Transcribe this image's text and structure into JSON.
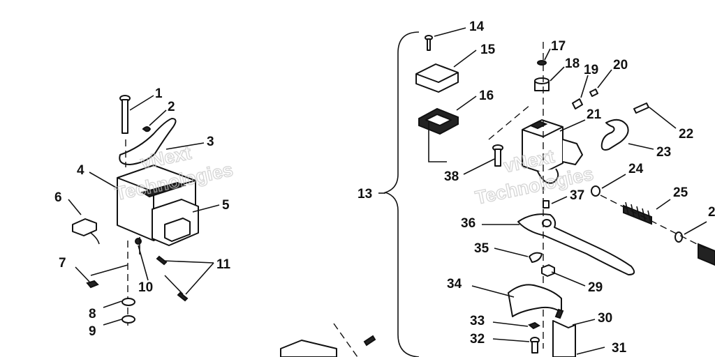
{
  "callouts": [
    {
      "id": "c1",
      "label": "1"
    },
    {
      "id": "c2",
      "label": "2"
    },
    {
      "id": "c3",
      "label": "3"
    },
    {
      "id": "c4",
      "label": "4"
    },
    {
      "id": "c5",
      "label": "5"
    },
    {
      "id": "c6",
      "label": "6"
    },
    {
      "id": "c7",
      "label": "7"
    },
    {
      "id": "c8",
      "label": "8"
    },
    {
      "id": "c9",
      "label": "9"
    },
    {
      "id": "c10",
      "label": "10"
    },
    {
      "id": "c11",
      "label": "11"
    },
    {
      "id": "c13",
      "label": "13"
    },
    {
      "id": "c14",
      "label": "14"
    },
    {
      "id": "c15",
      "label": "15"
    },
    {
      "id": "c16",
      "label": "16"
    },
    {
      "id": "c17",
      "label": "17"
    },
    {
      "id": "c18",
      "label": "18"
    },
    {
      "id": "c19",
      "label": "19"
    },
    {
      "id": "c20",
      "label": "20"
    },
    {
      "id": "c21",
      "label": "21"
    },
    {
      "id": "c22",
      "label": "22"
    },
    {
      "id": "c23",
      "label": "23"
    },
    {
      "id": "c24",
      "label": "24"
    },
    {
      "id": "c25",
      "label": "25"
    },
    {
      "id": "c26",
      "label": "2"
    },
    {
      "id": "c29",
      "label": "29"
    },
    {
      "id": "c30",
      "label": "30"
    },
    {
      "id": "c31",
      "label": "31"
    },
    {
      "id": "c32",
      "label": "32"
    },
    {
      "id": "c33",
      "label": "33"
    },
    {
      "id": "c34",
      "label": "34"
    },
    {
      "id": "c35",
      "label": "35"
    },
    {
      "id": "c36",
      "label": "36"
    },
    {
      "id": "c37",
      "label": "37"
    },
    {
      "id": "c38",
      "label": "38"
    }
  ],
  "watermark": {
    "line1": "vNext",
    "line2": "Technologies"
  }
}
